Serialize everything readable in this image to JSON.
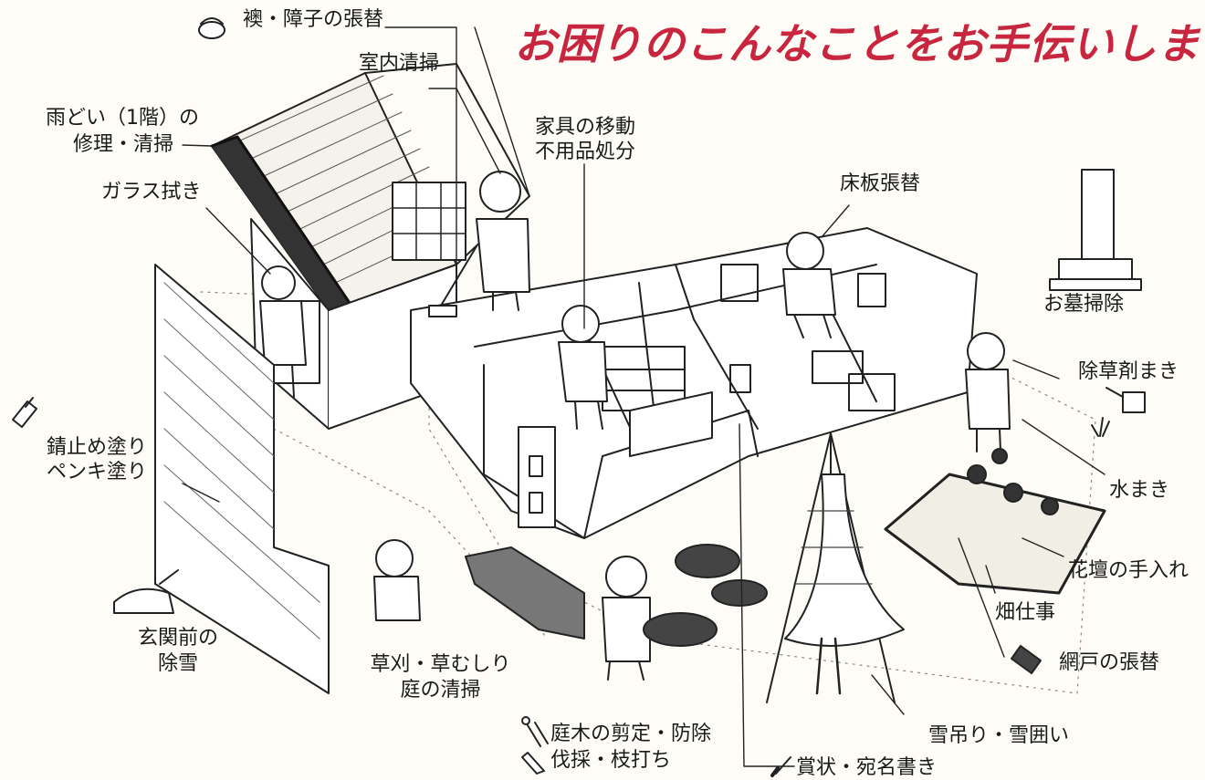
{
  "headline": "お困りのこんなことをお手伝いします",
  "accent_color": "#c8263f",
  "labels": {
    "fusuma": "襖・障子の張替",
    "room_cleaning": "室内清掃",
    "gutter": [
      "雨どい（1階）の",
      "修理・清掃"
    ],
    "furniture": [
      "家具の移動",
      "不用品処分"
    ],
    "window": "ガラス拭き",
    "floor": "床板張替",
    "grave": "お墓掃除",
    "weed_spray": "除草剤まき",
    "watering": "水まき",
    "rust_paint": [
      "錆止め塗り",
      "ペンキ塗り"
    ],
    "flowerbed": "花壇の手入れ",
    "field": "畑仕事",
    "snow_entrance": [
      "玄関前の",
      "除雪"
    ],
    "weeding": [
      "草刈・草むしり",
      "庭の清掃"
    ],
    "screen": "網戸の張替",
    "pruning": [
      "庭木の剪定・防除",
      "伐採・枝打ち"
    ],
    "snow_hanging": "雪吊り・雪囲い",
    "calligraphy": "賞状・宛名書き"
  },
  "icons": [
    "bucket-icon",
    "paint-brush-icon",
    "snow-shovel-icon",
    "watering-can-icon",
    "shears-icon",
    "saw-icon",
    "calligraphy-brush-icon",
    "screen-roll-icon",
    "weed-sprout-icon"
  ]
}
